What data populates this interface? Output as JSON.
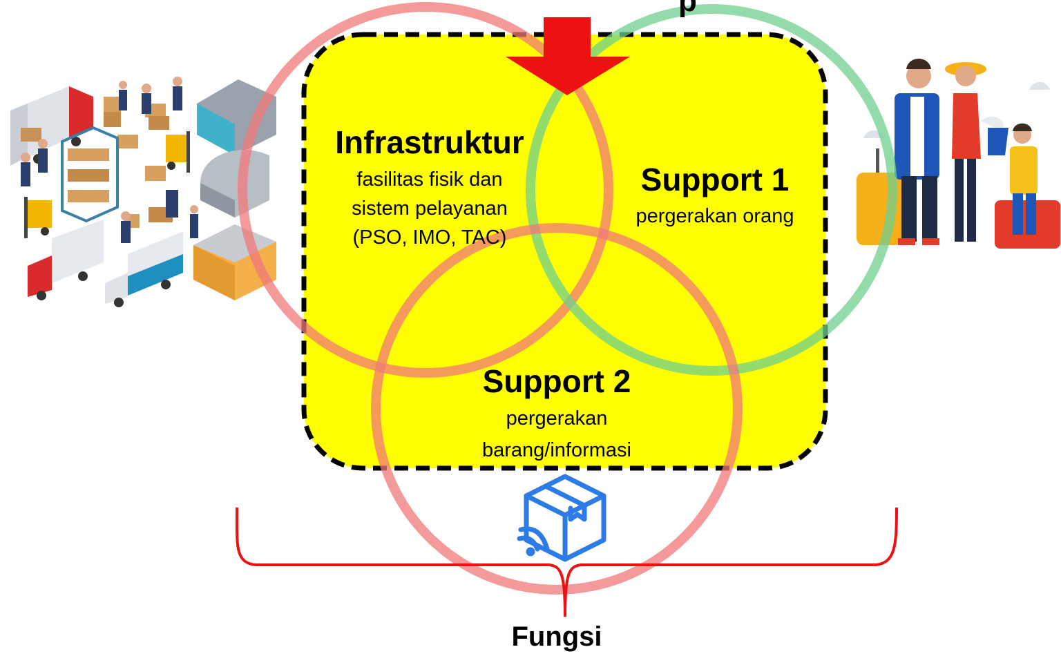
{
  "top_title_fragment": "p",
  "venn": {
    "infrastruktur": {
      "title": "Infrastruktur",
      "line1": "fasilitas fisik dan",
      "line2": "sistem pelayanan",
      "line3": "(PSO, IMO, TAC)"
    },
    "support1": {
      "title": "Support 1",
      "subtitle": "pergerakan orang"
    },
    "support2": {
      "title": "Support 2",
      "line1": "pergerakan",
      "line2": "barang/informasi"
    }
  },
  "bottom_label": "Fungsi",
  "colors": {
    "box_fill": "#ffff00",
    "circle_red": "#f07878",
    "circle_green": "#6fcf8f",
    "circle_orange": "#ff8c1a",
    "arrow": "#ee1111",
    "brace": "#ee1111",
    "icon": "#2d7be5"
  },
  "illustrations": [
    "logistics-warehouse-illustration",
    "travelling-family-illustration",
    "smart-package-icon"
  ]
}
